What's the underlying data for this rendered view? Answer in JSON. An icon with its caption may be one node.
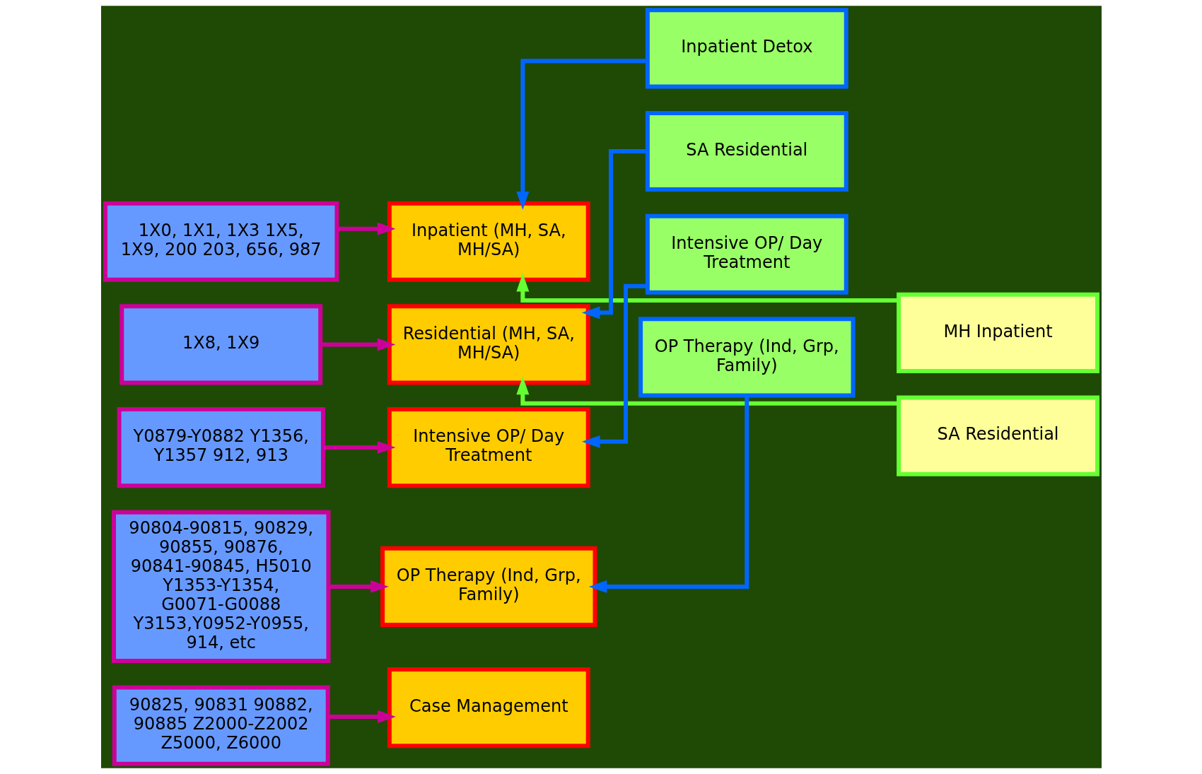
{
  "diagram": {
    "nodes": [
      {
        "text": [
          "1X0, 1X1, 1X3 1X5, 1X9, 200 203, 656, 987"
        ]
      },
      {
        "text": [
          "Inpatient (MH, SA, MH/SA)"
        ]
      },
      {
        "text": [
          "Inpatient Detox"
        ]
      },
      {
        "text": [
          "MH Inpatient"
        ]
      },
      {
        "text": [
          "1X8, 1X9"
        ]
      },
      {
        "text": [
          "Residential (MH, SA, MH/SA)"
        ]
      },
      {
        "text": [
          "SA Residential"
        ]
      },
      {
        "text": [
          "SA Residential"
        ]
      },
      {
        "text": [
          "Y0879-Y0882 Y1356, Y1357 912, 913"
        ]
      },
      {
        "text": [
          "Intensive OP/ Day Treatment"
        ]
      },
      {
        "text": [
          "Intensive OP/ Day Treatment"
        ]
      },
      {
        "text": [
          "90804-90815, 90829, 90855, 90876, 90841-90845, H5010 Y1353-Y1354, G0071-G0088 Y3153,Y0952-Y0955, 914, etc"
        ]
      },
      {
        "text": [
          "OP Therapy (Ind, Grp, Family)"
        ]
      },
      {
        "text": [
          "OP Therapy (Ind, Grp, Family)"
        ]
      },
      {
        "text": [
          "90825, 90831 90882, 90885 Z2000-Z2002 Z5000, Z6000"
        ]
      },
      {
        "text": [
          "Case Management"
        ]
      }
    ],
    "edges": [
      {
        "from": 0,
        "to": 1,
        "arrow": "to"
      },
      {
        "from": 2,
        "to": 1,
        "arrow": "to",
        "color": "#0066ff"
      },
      {
        "from": 3,
        "to": 1,
        "arrow": "to",
        "color": "#66ff33"
      },
      {
        "from": 4,
        "to": 5,
        "arrow": "to"
      },
      {
        "from": 6,
        "to": 5,
        "arrow": "to",
        "color": "#0066ff"
      },
      {
        "from": 7,
        "to": 5,
        "arrow": "to",
        "color": "#66ff33"
      },
      {
        "from": 8,
        "to": 9,
        "arrow": "to"
      },
      {
        "from": 10,
        "to": 9,
        "arrow": "to",
        "color": "#0066ff"
      },
      {
        "from": 11,
        "to": 12,
        "arrow": "to"
      },
      {
        "from": 13,
        "to": 12,
        "arrow": "to",
        "color": "#0066ff"
      },
      {
        "from": 14,
        "to": 15,
        "arrow": "to"
      }
    ]
  }
}
